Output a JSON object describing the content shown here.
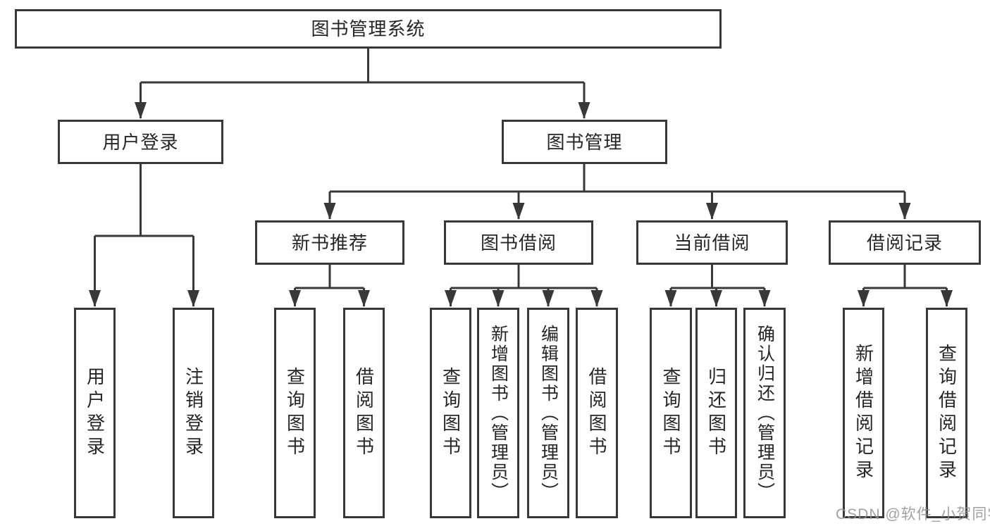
{
  "tree": {
    "label": "图书管理系统",
    "children": [
      {
        "label": "用户登录",
        "children": [
          {
            "label": "用户登录"
          },
          {
            "label": "注销登录"
          }
        ]
      },
      {
        "label": "图书管理",
        "children": [
          {
            "label": "新书推荐",
            "children": [
              {
                "label": "查询图书"
              },
              {
                "label": "借阅图书"
              }
            ]
          },
          {
            "label": "图书借阅",
            "children": [
              {
                "label": "查询图书"
              },
              {
                "label": "新增图书（管理员）"
              },
              {
                "label": "编辑图书（管理员）"
              },
              {
                "label": "借阅图书"
              }
            ]
          },
          {
            "label": "当前借阅",
            "children": [
              {
                "label": "查询图书"
              },
              {
                "label": "归还图书"
              },
              {
                "label": "确认归还（管理员）"
              }
            ]
          },
          {
            "label": "借阅记录",
            "children": [
              {
                "label": "新增借阅记录"
              },
              {
                "label": "查询借阅记录"
              }
            ]
          }
        ]
      }
    ]
  },
  "watermark": {
    "text": "CSDN @软件_小贺同学"
  },
  "colors": {
    "line": "#383838",
    "box_border": "#383838",
    "text": "#262626",
    "background": "#ffffff",
    "watermark": "#919191"
  }
}
